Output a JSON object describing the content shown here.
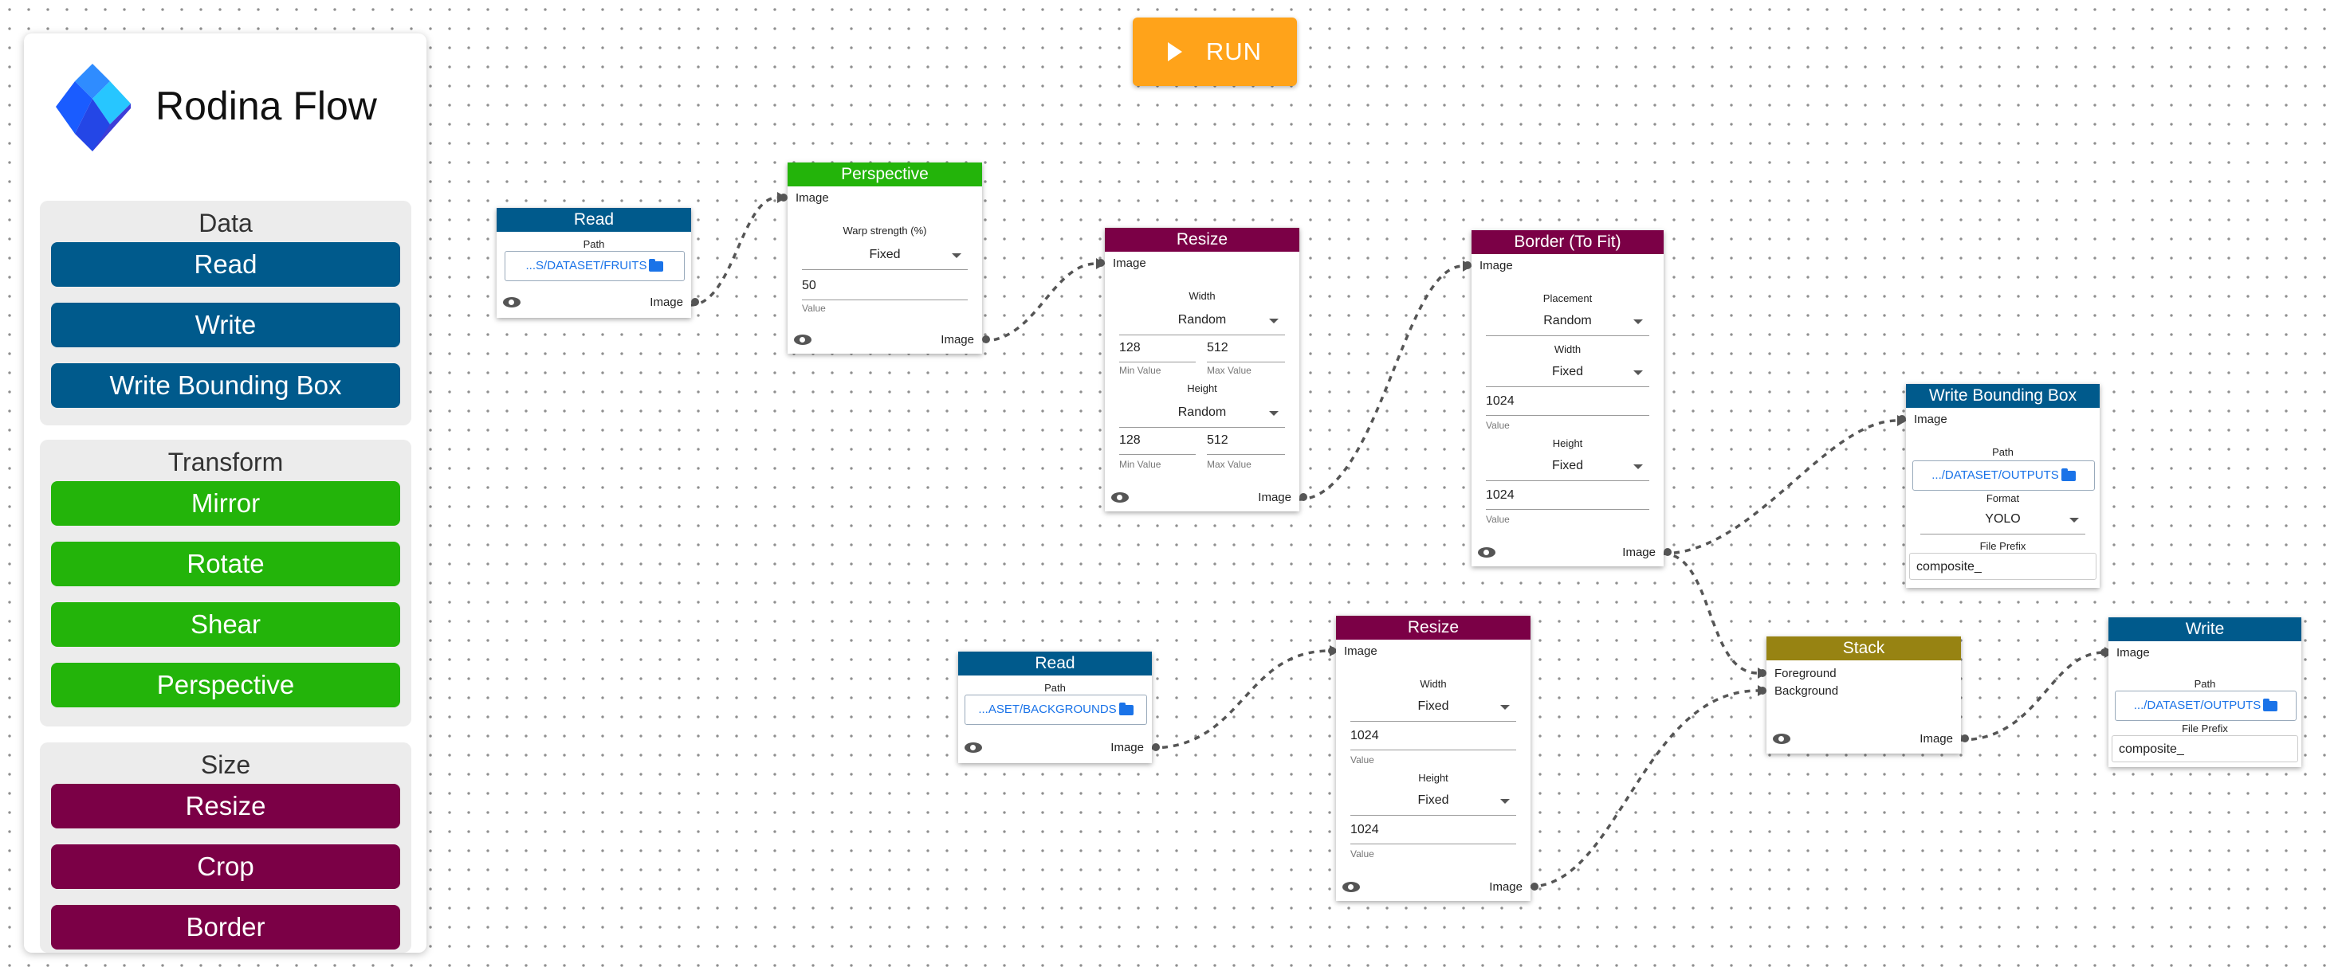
{
  "app": {
    "title": "Rodina Flow"
  },
  "colors": {
    "data": "#005a8c",
    "transform": "#23b40a",
    "size": "#7b0046",
    "stack": "#978312",
    "run": "#ffa31a"
  },
  "run_button": {
    "label": "RUN",
    "icon": "play-icon"
  },
  "sidebar": {
    "groups": [
      {
        "title": "Data",
        "items": [
          "Read",
          "Write",
          "Write Bounding Box"
        ]
      },
      {
        "title": "Transform",
        "items": [
          "Mirror",
          "Rotate",
          "Shear",
          "Perspective"
        ]
      },
      {
        "title": "Size",
        "items": [
          "Resize",
          "Crop",
          "Border"
        ]
      }
    ]
  },
  "nodes": {
    "read1": {
      "title": "Read",
      "path_label": "Path",
      "path": "...S/DATASET/FRUITS",
      "out": "Image"
    },
    "perspective": {
      "title": "Perspective",
      "in": "Image",
      "warp_label": "Warp strength (%)",
      "mode": "Fixed",
      "value": "50",
      "value_label": "Value",
      "out": "Image"
    },
    "resize1": {
      "title": "Resize",
      "in": "Image",
      "width_label": "Width",
      "width_mode": "Random",
      "width_min": "128",
      "width_max": "512",
      "min_label": "Min Value",
      "max_label": "Max Value",
      "height_label": "Height",
      "height_mode": "Random",
      "height_min": "128",
      "height_max": "512",
      "out": "Image"
    },
    "border": {
      "title": "Border (To Fit)",
      "in": "Image",
      "placement_label": "Placement",
      "placement": "Random",
      "width_label": "Width",
      "width_mode": "Fixed",
      "width_value": "1024",
      "value_label": "Value",
      "height_label": "Height",
      "height_mode": "Fixed",
      "height_value": "1024",
      "out": "Image"
    },
    "wbb": {
      "title": "Write Bounding Box",
      "in": "Image",
      "path_label": "Path",
      "path": ".../DATASET/OUTPUTS",
      "format_label": "Format",
      "format": "YOLO",
      "prefix_label": "File Prefix",
      "prefix": "composite_"
    },
    "read2": {
      "title": "Read",
      "path_label": "Path",
      "path": "...ASET/BACKGROUNDS",
      "out": "Image"
    },
    "resize2": {
      "title": "Resize",
      "in": "Image",
      "width_label": "Width",
      "width_mode": "Fixed",
      "width_value": "1024",
      "value_label": "Value",
      "height_label": "Height",
      "height_mode": "Fixed",
      "height_value": "1024",
      "out": "Image"
    },
    "stack": {
      "title": "Stack",
      "in_fg": "Foreground",
      "in_bg": "Background",
      "out": "Image"
    },
    "write": {
      "title": "Write",
      "in": "Image",
      "path_label": "Path",
      "path": ".../DATASET/OUTPUTS",
      "prefix_label": "File Prefix",
      "prefix": "composite_"
    }
  }
}
